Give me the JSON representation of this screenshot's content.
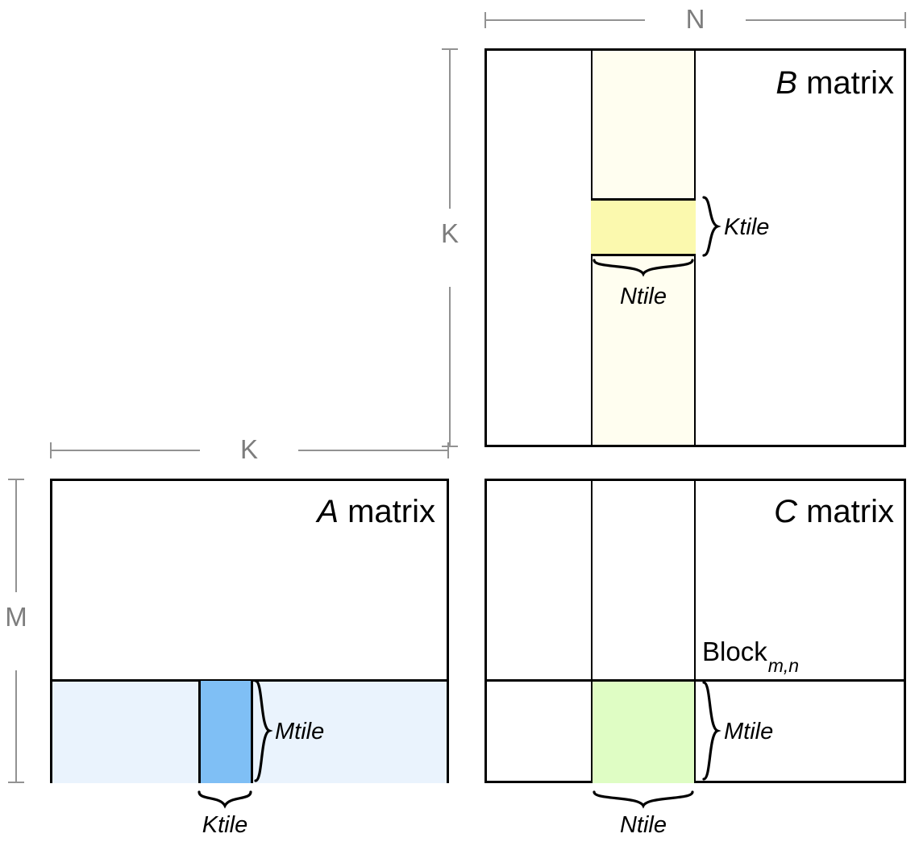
{
  "diagram": {
    "title": "Tiled matrix multiplication blocking diagram",
    "colors": {
      "outline": "#000000",
      "dimension_line": "#929292",
      "dimension_label": "#7d7d7d",
      "b_column_strip": "#fffef0",
      "b_ktile": "#fbf9ae",
      "a_row_strip": "#eaf3fd",
      "a_mtile": "#7fbff5",
      "c_tile": "#dffdc4",
      "background": "#ffffff"
    }
  },
  "matrices": {
    "a": {
      "name_var": "A",
      "name_suffix": " matrix",
      "row_tile_label": "Mtile",
      "col_tile_label": "Ktile"
    },
    "b": {
      "name_var": "B",
      "name_suffix": " matrix",
      "row_tile_label": "Ktile",
      "col_tile_label": "Ntile"
    },
    "c": {
      "name_var": "C",
      "name_suffix": " matrix",
      "row_tile_label": "Mtile",
      "col_tile_label": "Ntile",
      "block_label": "Block",
      "block_subscript": "m,n"
    }
  },
  "dimensions": {
    "n_top": "N",
    "k_vertical": "K",
    "k_horizontal": "K",
    "m_vertical": "M"
  }
}
